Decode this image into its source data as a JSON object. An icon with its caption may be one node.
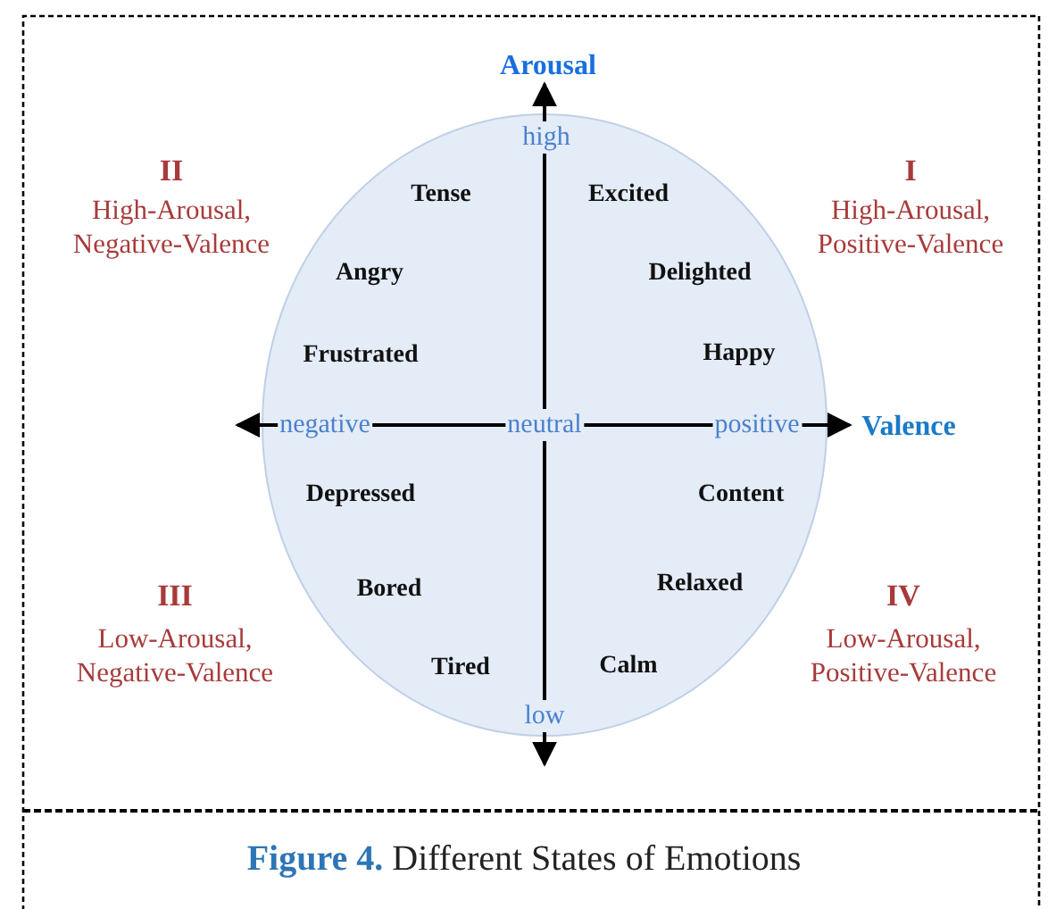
{
  "diagram": {
    "caption": "**Figure 4.** Different States of Emotions",
    "labels": [
      "Arousal",
      "high",
      "II",
      "High-Arousal, Negative-Valence",
      "I",
      "High-Arousal, Positive-Valence",
      "Tense",
      "Excited",
      "Angry",
      "Delighted",
      "Frustrated",
      "Happy",
      "negative",
      "neutral",
      "positive",
      "Valence",
      "Depressed",
      "Content",
      "III",
      "Low-Arousal, Negative-Valence",
      "Bored",
      "Relaxed",
      "IV",
      "Low-Arousal, Positive-Valence",
      "Tired",
      "Calm",
      "low"
    ]
  }
}
